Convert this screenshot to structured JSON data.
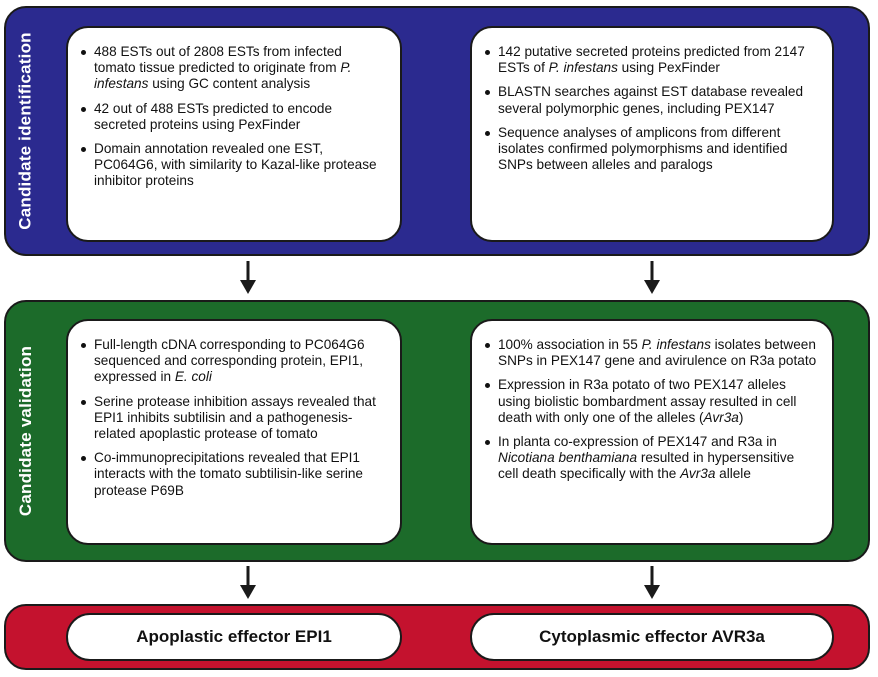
{
  "colors": {
    "identification_band": "#2b2a8f",
    "validation_band": "#1c6b2a",
    "result_band": "#c4122e",
    "arrow": "#1a1a1a"
  },
  "sections": {
    "identification": {
      "label": "Candidate identification",
      "left": [
        {
          "segments": [
            {
              "text": "488 ESTs out of 2808 ESTs from infected tomato tissue predicted to originate from "
            },
            {
              "text": "P. infestans",
              "italic": true
            },
            {
              "text": " using GC content analysis"
            }
          ]
        },
        {
          "segments": [
            {
              "text": "42 out of 488 ESTs predicted to encode secreted proteins using PexFinder"
            }
          ]
        },
        {
          "segments": [
            {
              "text": "Domain annotation revealed one EST, PC064G6, with similarity to Kazal-like protease inhibitor proteins"
            }
          ]
        }
      ],
      "right": [
        {
          "segments": [
            {
              "text": "142 putative secreted proteins predicted from 2147 ESTs of "
            },
            {
              "text": "P. infestans",
              "italic": true
            },
            {
              "text": " using PexFinder"
            }
          ]
        },
        {
          "segments": [
            {
              "text": "BLASTN searches against EST database revealed several polymorphic genes, including PEX147"
            }
          ]
        },
        {
          "segments": [
            {
              "text": "Sequence analyses of amplicons from different isolates confirmed polymorphisms and identified SNPs between alleles and paralogs"
            }
          ]
        }
      ]
    },
    "validation": {
      "label": "Candidate validation",
      "left": [
        {
          "segments": [
            {
              "text": "Full-length cDNA corresponding to PC064G6 sequenced and corresponding protein, EPI1, expressed in "
            },
            {
              "text": "E. coli",
              "italic": true
            }
          ]
        },
        {
          "segments": [
            {
              "text": "Serine protease inhibition assays revealed that EPI1 inhibits subtilisin and a pathogenesis-related apoplastic protease of tomato"
            }
          ]
        },
        {
          "segments": [
            {
              "text": "Co-immunoprecipitations revealed that EPI1 interacts with the tomato subtilisin-like serine protease P69B"
            }
          ]
        }
      ],
      "right": [
        {
          "segments": [
            {
              "text": "100% association in 55 "
            },
            {
              "text": "P. infestans",
              "italic": true
            },
            {
              "text": " isolates between SNPs in PEX147 gene and avirulence on R3a potato"
            }
          ]
        },
        {
          "segments": [
            {
              "text": "Expression in R3a potato of two PEX147 alleles using biolistic bombardment assay resulted in cell death with only one of the alleles ("
            },
            {
              "text": "Avr3a",
              "italic": true
            },
            {
              "text": ")"
            }
          ]
        },
        {
          "segments": [
            {
              "text": "In planta co-expression of PEX147 and R3a in "
            },
            {
              "text": "Nicotiana benthamiana",
              "italic": true
            },
            {
              "text": " resulted in hypersensitive cell death specifically with the "
            },
            {
              "text": "Avr3a",
              "italic": true
            },
            {
              "text": " allele"
            }
          ]
        }
      ]
    },
    "results": {
      "left": "Apoplastic effector EPI1",
      "right": "Cytoplasmic effector AVR3a"
    }
  }
}
